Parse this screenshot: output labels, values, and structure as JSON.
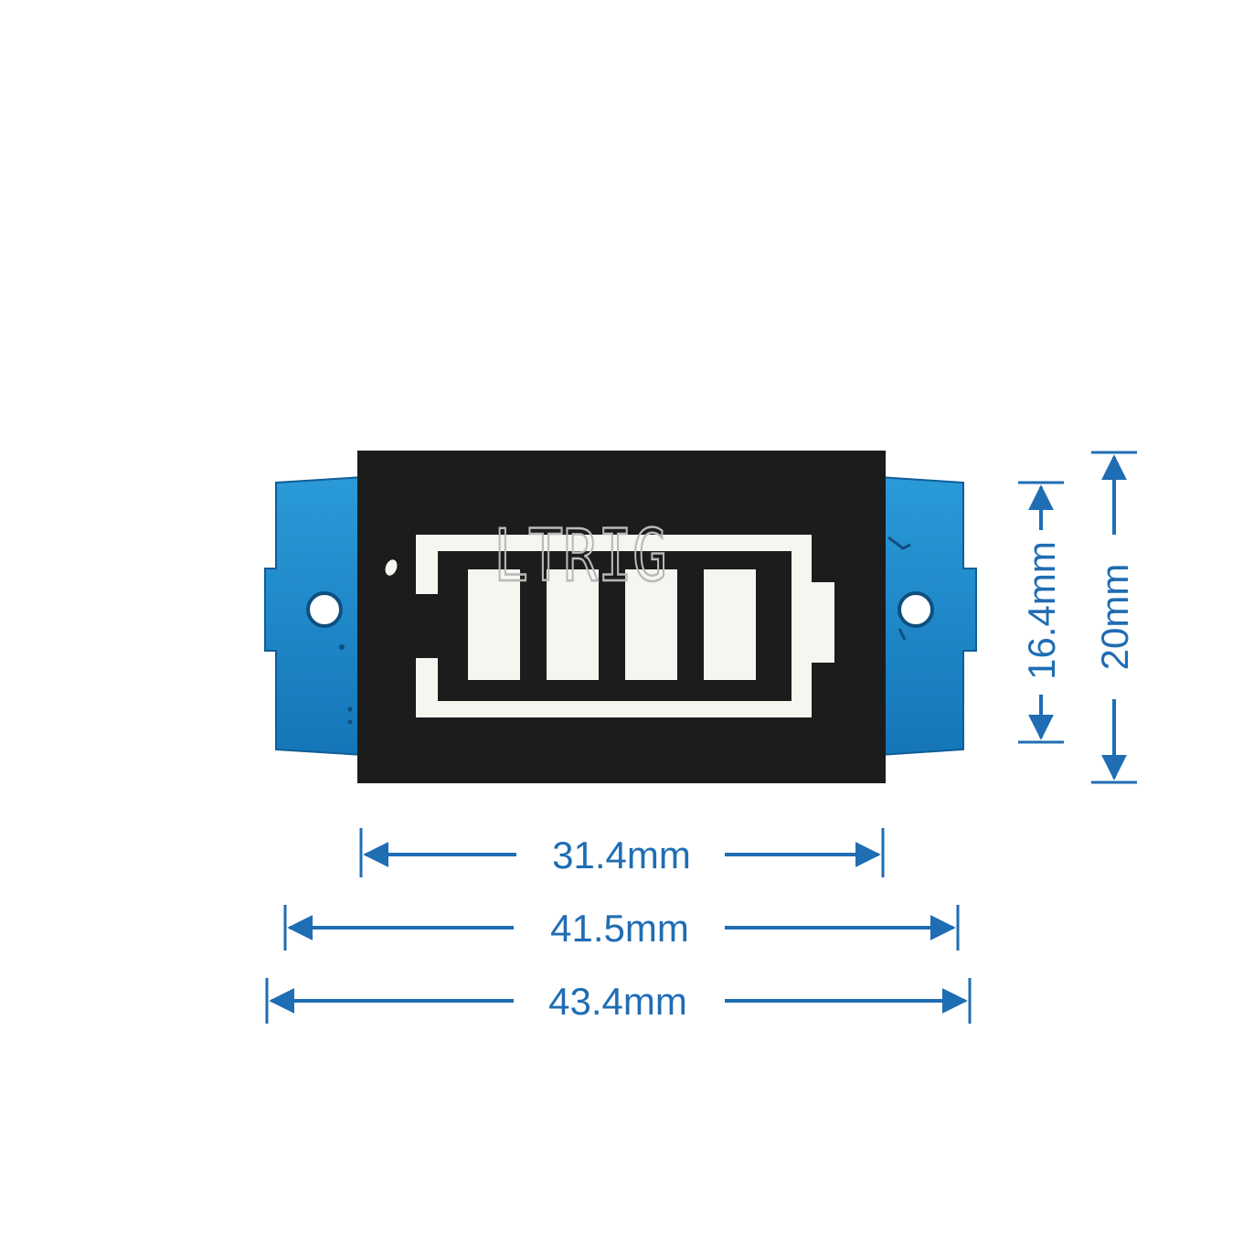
{
  "module": {
    "watermark": "LTRIG",
    "segment_count": 4,
    "lit_segments": 4
  },
  "dimensions": {
    "display_width": "31.4mm",
    "board_width": "41.5mm",
    "overall_width": "43.4mm",
    "display_height": "16.4mm",
    "board_height": "20mm"
  },
  "colors": {
    "dimension_blue": "#1f6db3",
    "pcb_blue": "#1c8fd0",
    "lcd_black": "#1c1c1c",
    "segment_white": "#f6f6f0"
  }
}
